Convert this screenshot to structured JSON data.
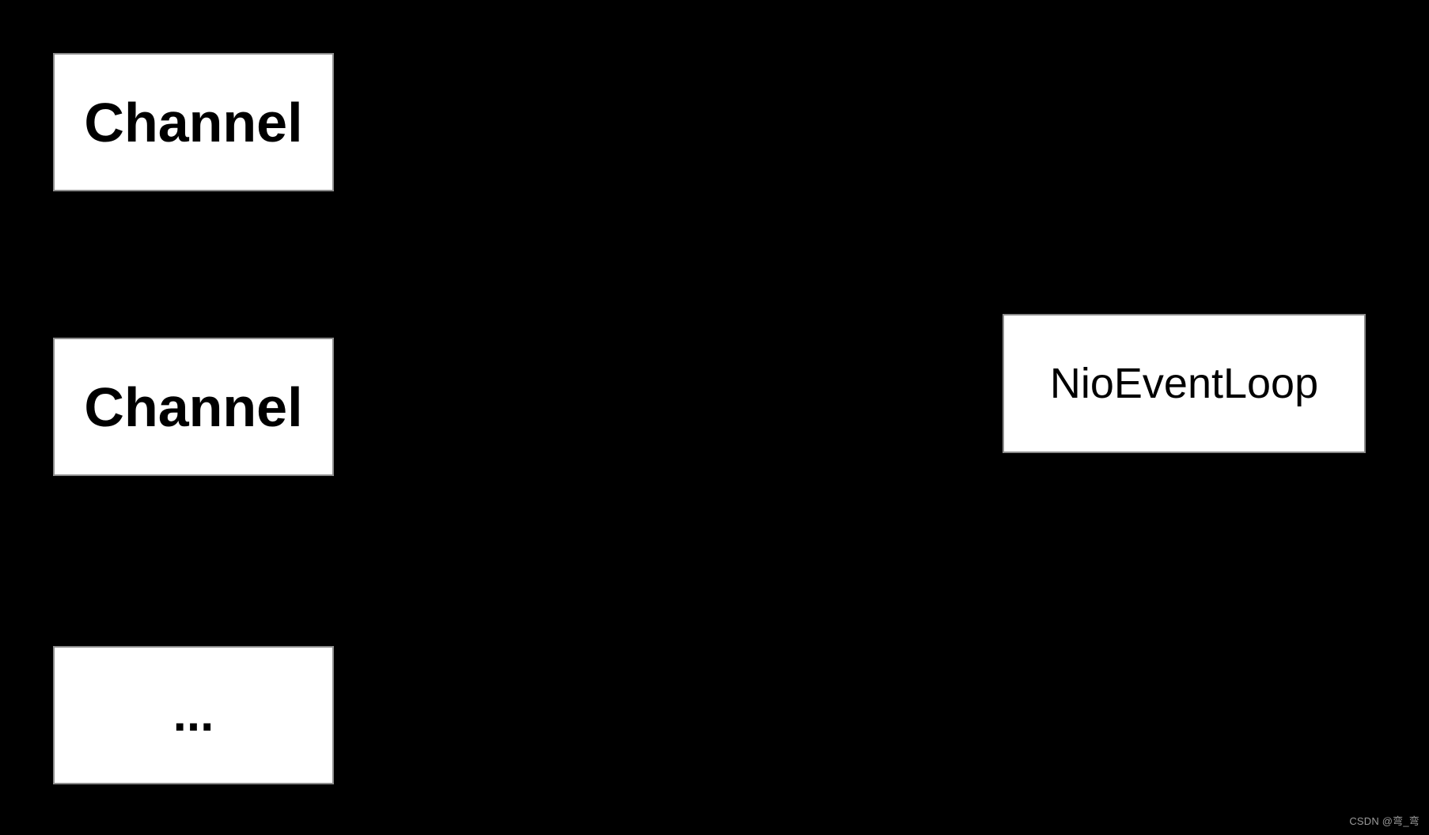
{
  "diagram": {
    "channel_box_1": "Channel",
    "channel_box_2": "Channel",
    "ellipsis_box": "...",
    "event_loop_box": "NioEventLoop"
  },
  "watermark": {
    "text": "CSDN @弯_弯"
  },
  "colors": {
    "background": "#000000",
    "box_fill": "#ffffff",
    "box_border": "#8c8c8c",
    "box_text": "#000000",
    "watermark_text": "#9b9b9b"
  }
}
